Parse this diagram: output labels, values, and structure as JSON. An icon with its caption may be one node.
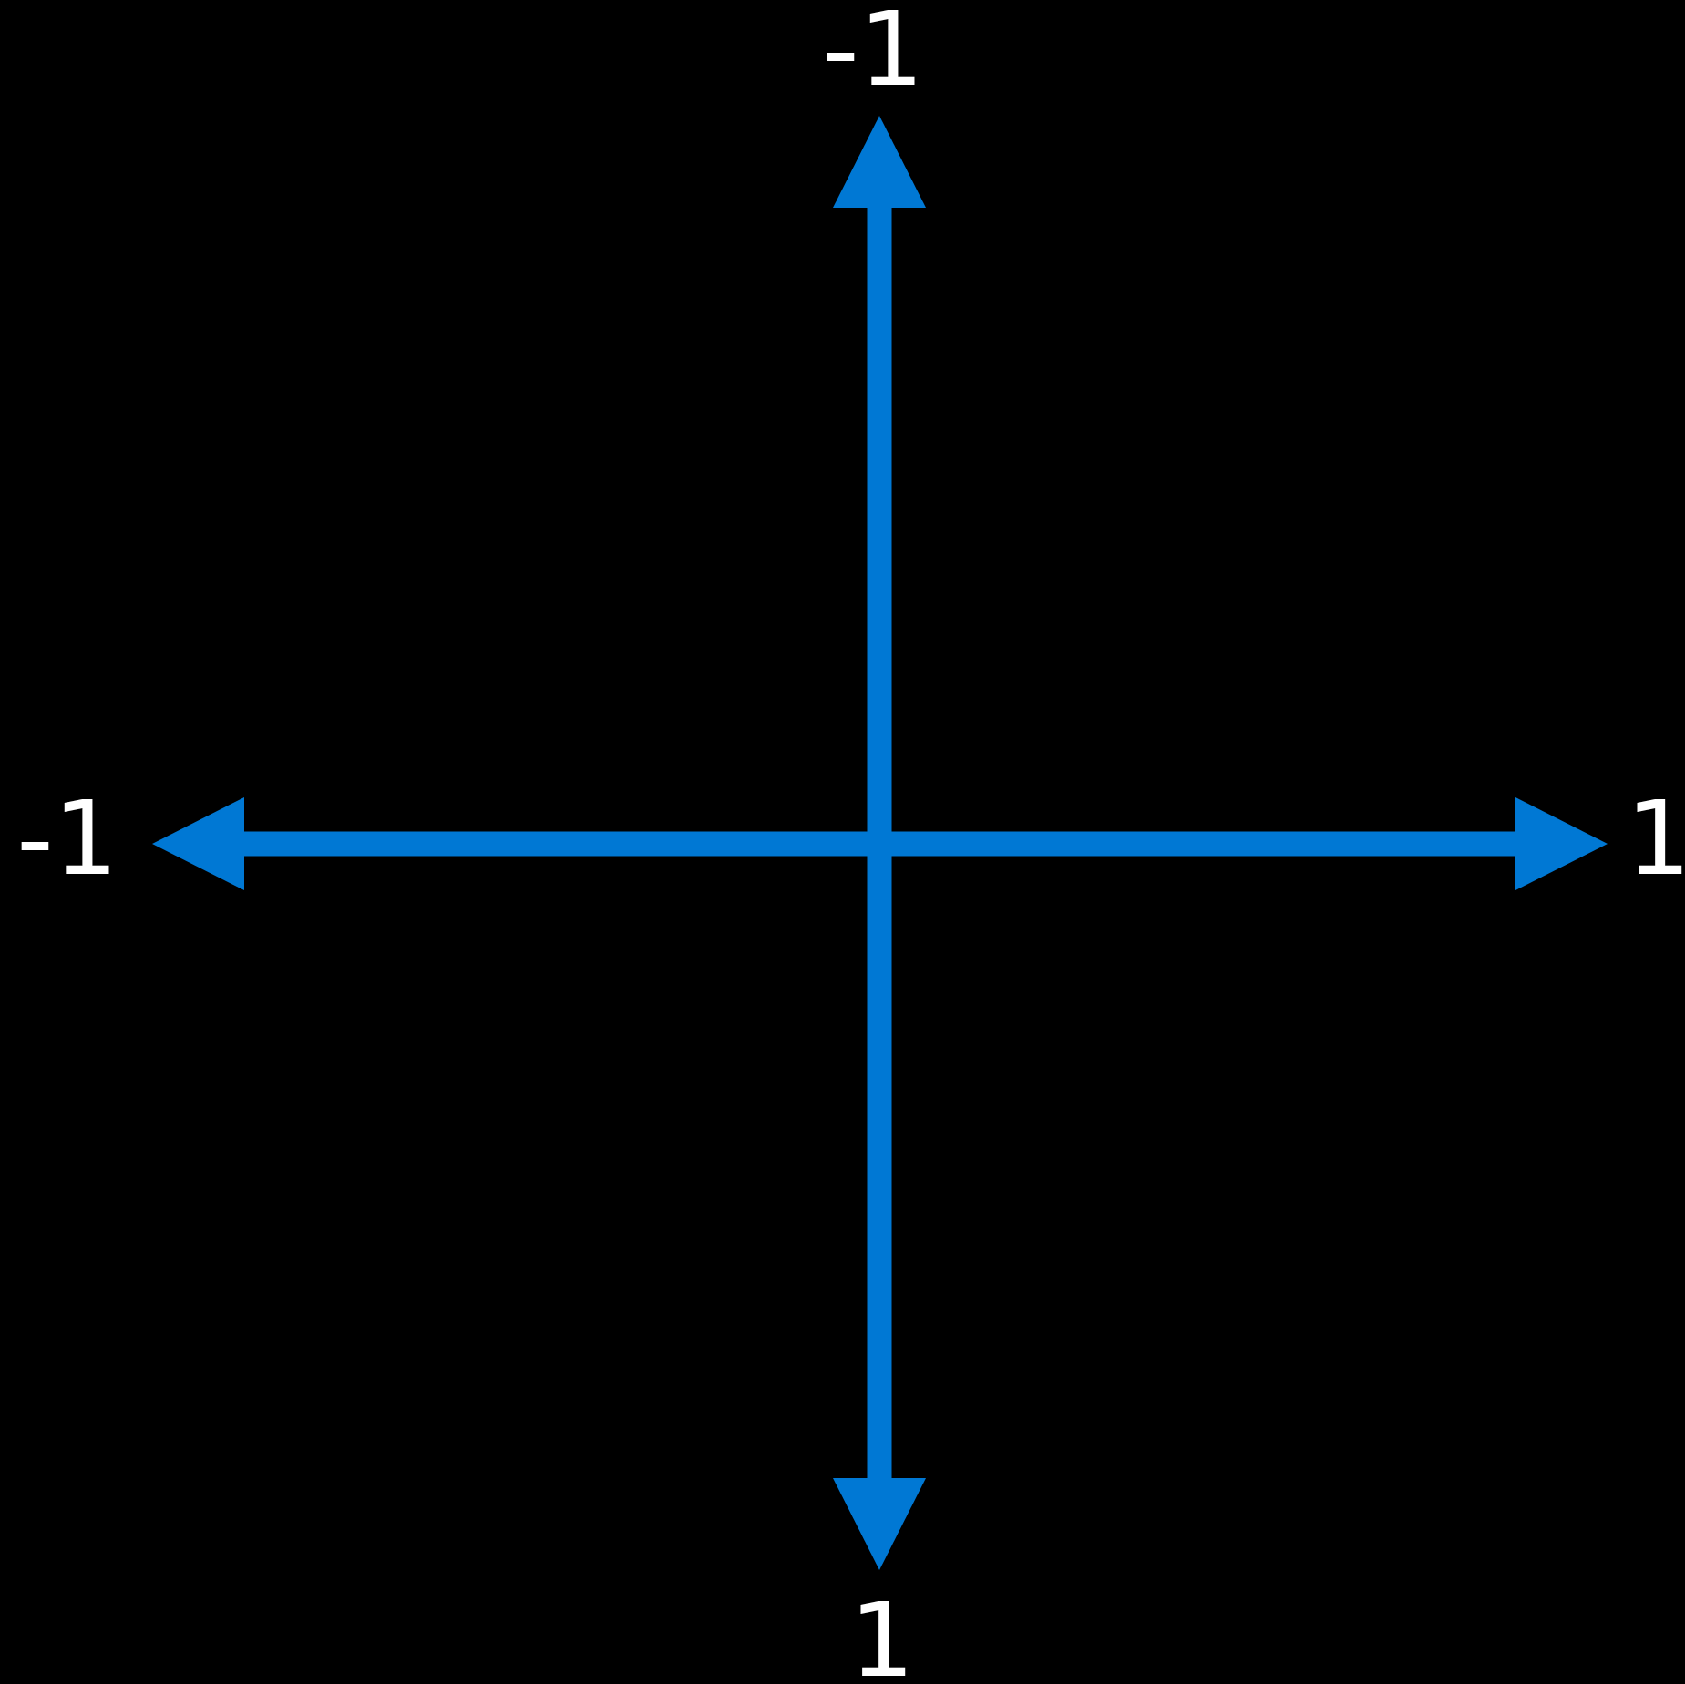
{
  "diagram": {
    "labels": [
      "-1",
      "-1",
      "1",
      "1"
    ]
  }
}
